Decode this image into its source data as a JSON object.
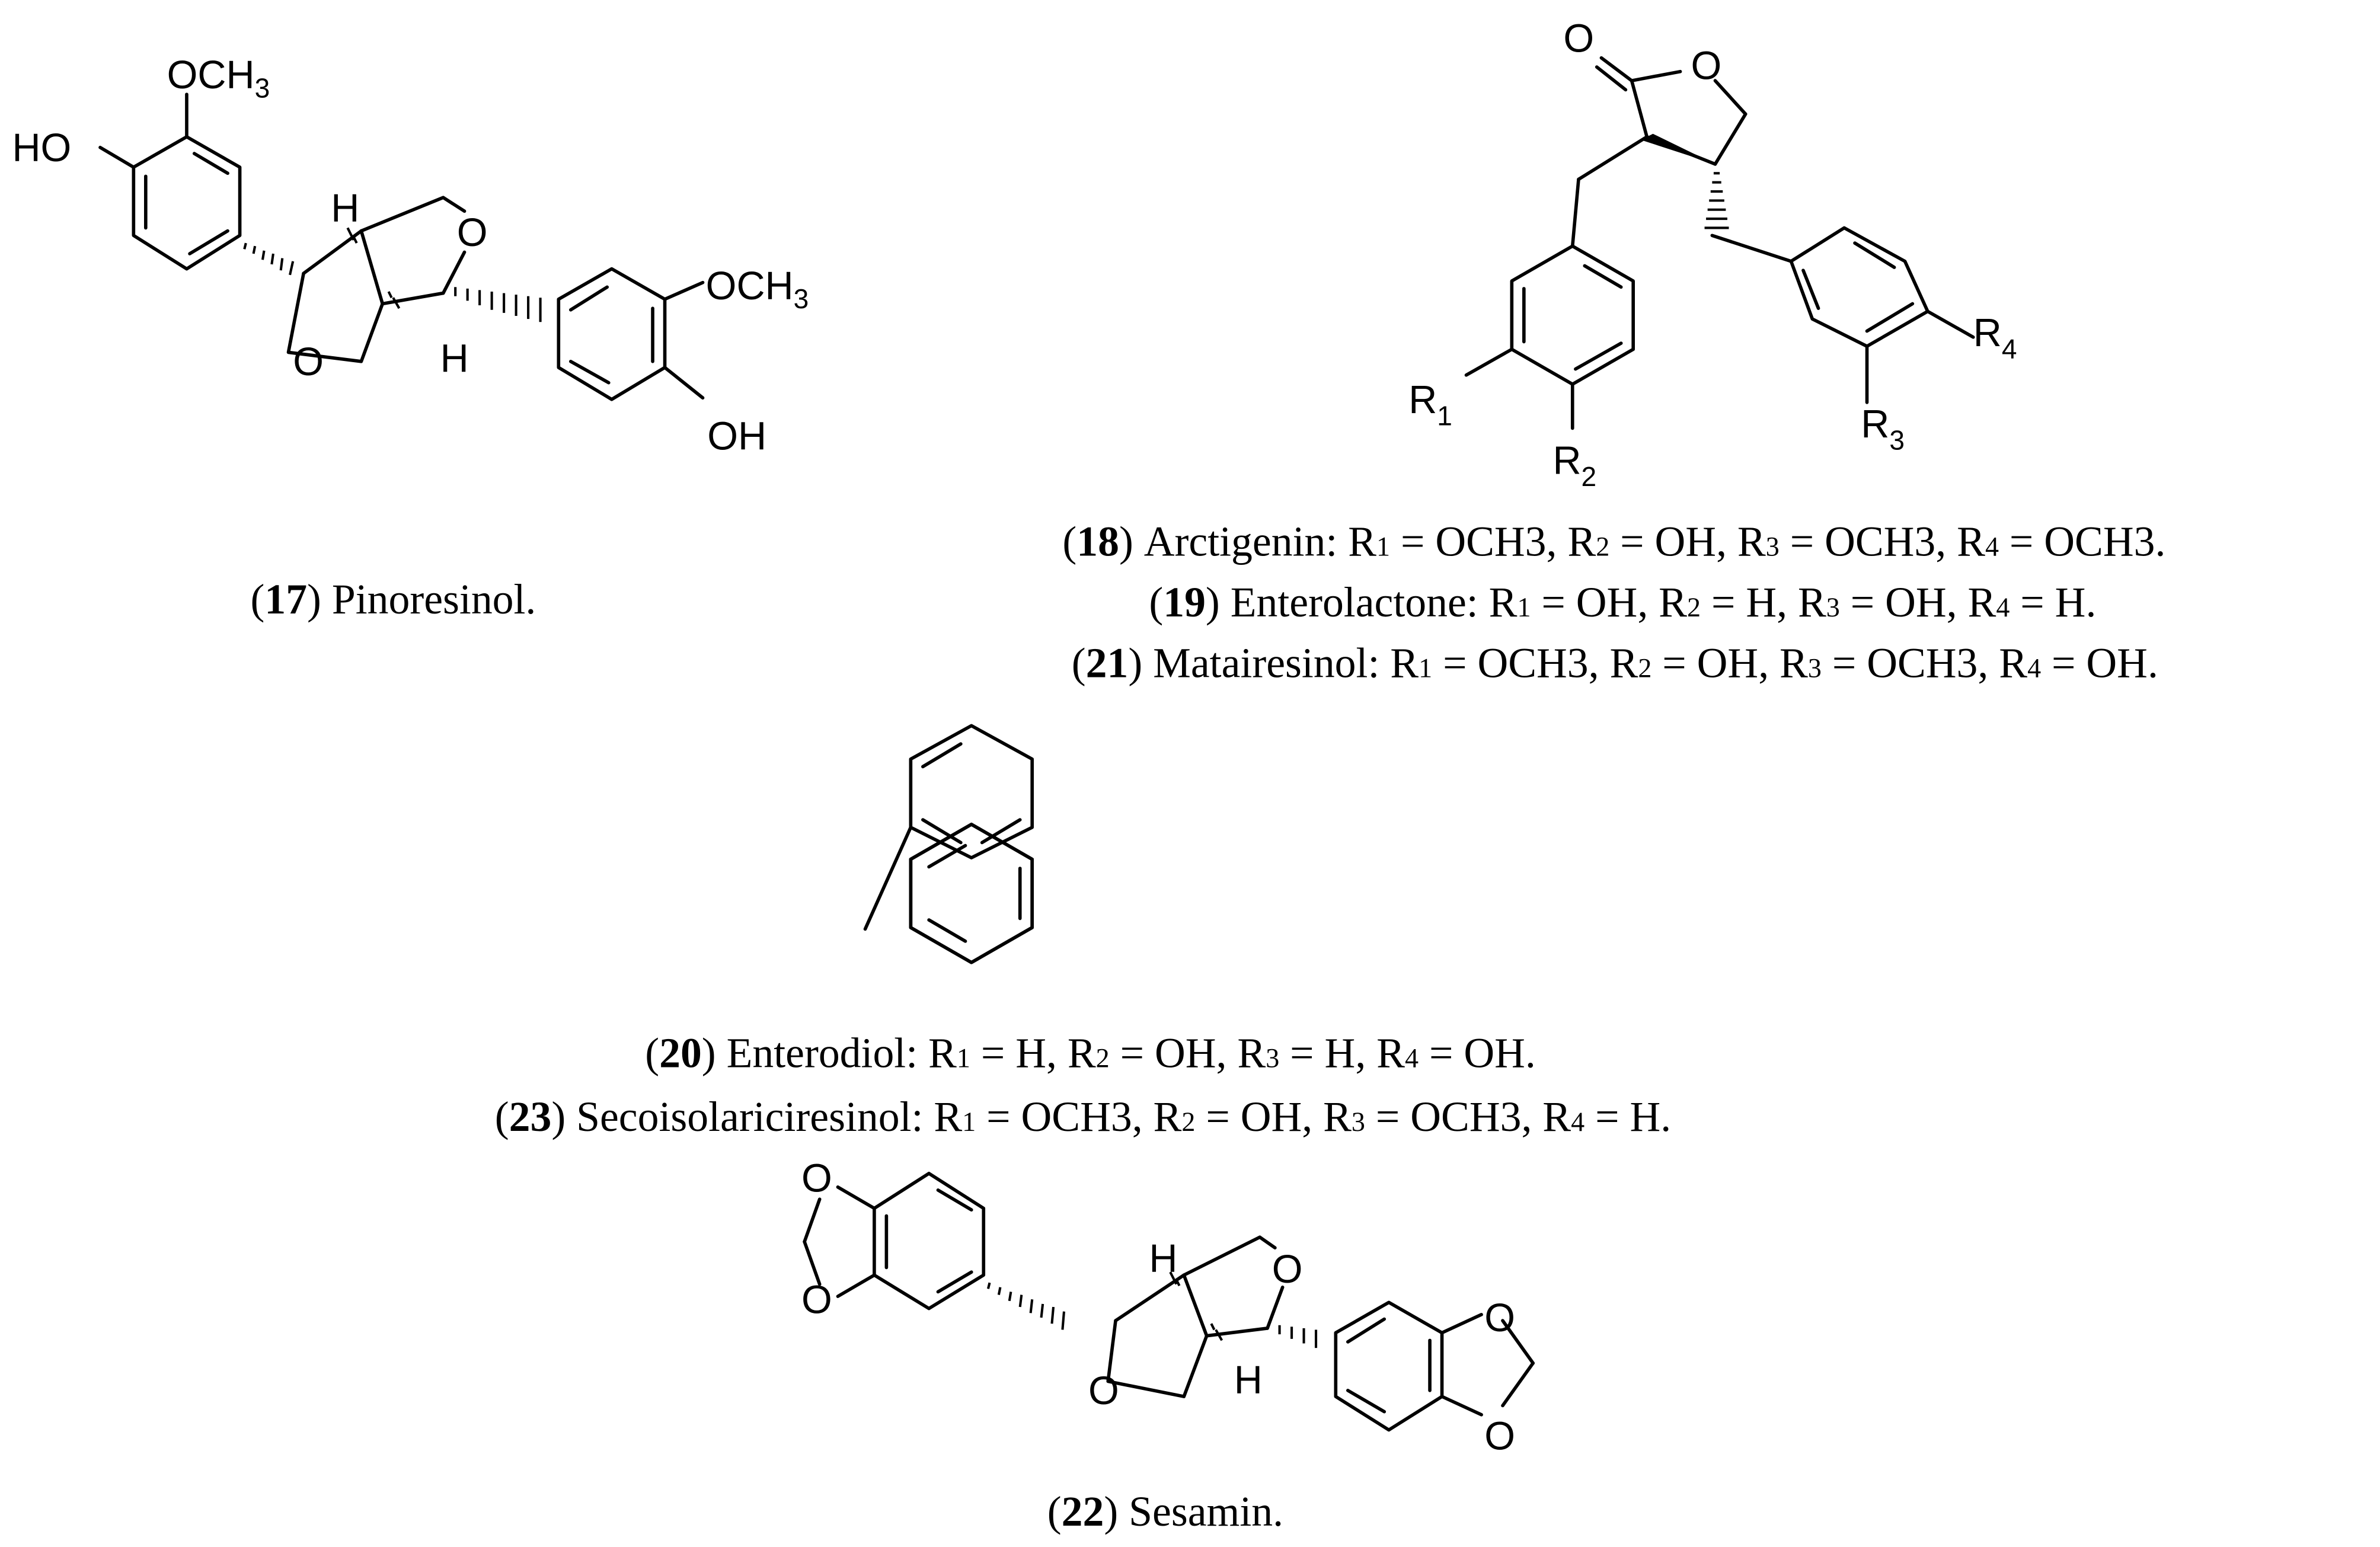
{
  "atoms": {
    "OCH3": "OCH3",
    "HO": "HO",
    "OH": "OH",
    "H": "H",
    "O": "O",
    "R": "R",
    "n1": "1",
    "n2": "2",
    "n3": "3",
    "n4": "4"
  },
  "compounds": [
    {
      "num": "17",
      "name": "Pinoresinol."
    },
    {
      "num": "18",
      "name": "Arctigenin:",
      "subs": [
        "OCH3",
        "OH",
        "OCH3",
        "OCH3"
      ]
    },
    {
      "num": "19",
      "name": "Enterolactone:",
      "subs": [
        "OH",
        "H",
        "OH",
        "H"
      ]
    },
    {
      "num": "21",
      "name": "Matairesinol:",
      "subs": [
        "OCH3",
        "OH",
        "OCH3",
        "OH"
      ]
    },
    {
      "num": "20",
      "name": "Enterodiol:",
      "subs": [
        "H",
        "OH",
        "H",
        "OH"
      ]
    },
    {
      "num": "23",
      "name": "Secoisolariciresinol:",
      "subs": [
        "OCH3",
        "OH",
        "OCH3",
        "H"
      ]
    },
    {
      "num": "22",
      "name": "Sesamin."
    }
  ]
}
